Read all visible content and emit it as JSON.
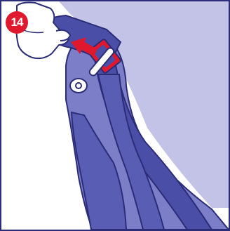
{
  "step": {
    "number": "14"
  },
  "colors": {
    "border": "#2b2d78",
    "background_panel": "#c2c3e6",
    "seat_shell": "#7c7fc8",
    "seat_shell_dark": "#5a5db4",
    "belt_strap": "#4b4ea6",
    "outline": "#2b2d78",
    "badge": "#e0182d",
    "arrow": "#e0182d",
    "hand": "#ffffff"
  },
  "icons": {
    "badge": "step-number-badge",
    "arrow": "pull-direction-arrow-left",
    "hand": "hand-icon",
    "buckle": "belt-buckle-icon",
    "button": "release-button-icon"
  }
}
